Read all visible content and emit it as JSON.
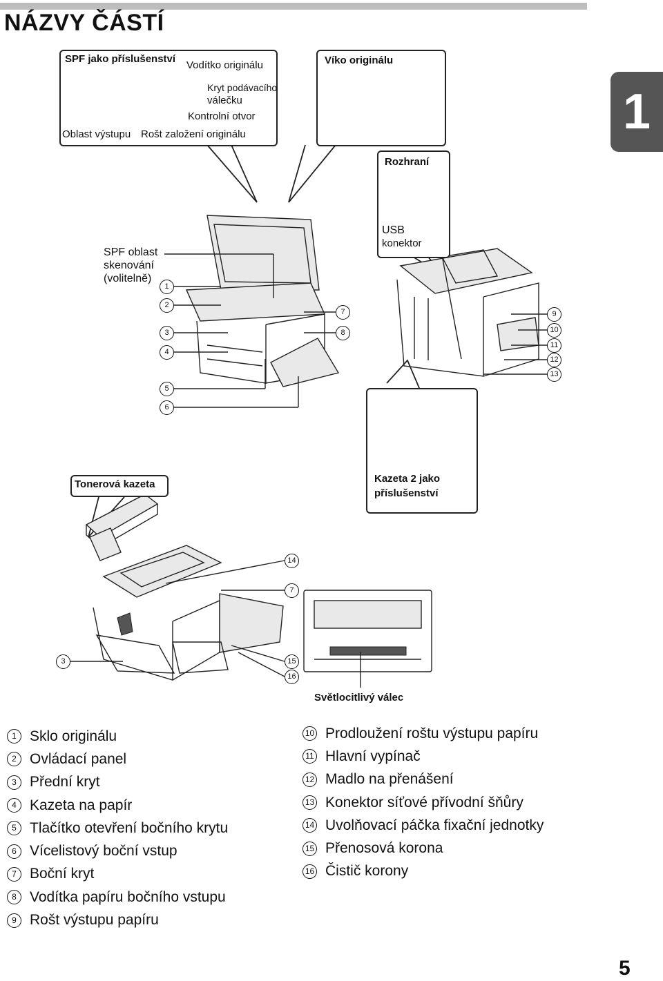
{
  "header": {
    "title": "NÁZVY ČÁSTÍ",
    "chapter": "1"
  },
  "callouts": {
    "spf": {
      "title": "SPF jako příslušenství",
      "guide": "Vodítko originálu",
      "roller_cover_1": "Kryt podávacího",
      "roller_cover_2": "válečku",
      "check_hole": "Kontrolní otvor",
      "exit_area": "Oblast výstupu",
      "tray": "Rošt založení originálu"
    },
    "cover": {
      "title": "Víko originálu"
    },
    "interface": {
      "title": "Rozhraní",
      "usb_1": "USB",
      "usb_2": "konektor"
    },
    "scan_area": {
      "line1": "SPF oblast",
      "line2": "skenování",
      "line3": "(volitelně)"
    },
    "toner": {
      "title": "Tonerová kazeta"
    },
    "tray2": {
      "line1": "Kazeta 2 jako",
      "line2": "příslušenství"
    },
    "drum": {
      "title": "Světlocitlivý válec"
    }
  },
  "markers": [
    "1",
    "2",
    "3",
    "4",
    "5",
    "6",
    "7",
    "8",
    "9",
    "10",
    "11",
    "12",
    "13",
    "14",
    "7",
    "3",
    "15",
    "16"
  ],
  "legend_left": [
    {
      "n": "1",
      "text": "Sklo originálu"
    },
    {
      "n": "2",
      "text": "Ovládací panel"
    },
    {
      "n": "3",
      "text": "Přední kryt"
    },
    {
      "n": "4",
      "text": "Kazeta na papír"
    },
    {
      "n": "5",
      "text": "Tlačítko otevření bočního krytu"
    },
    {
      "n": "6",
      "text": "Vícelistový boční vstup"
    },
    {
      "n": "7",
      "text": "Boční kryt"
    },
    {
      "n": "8",
      "text": "Vodítka papíru bočního vstupu"
    },
    {
      "n": "9",
      "text": "Rošt výstupu papíru"
    }
  ],
  "legend_right": [
    {
      "n": "10",
      "text": "Prodloužení roštu výstupu papíru"
    },
    {
      "n": "11",
      "text": "Hlavní vypínač"
    },
    {
      "n": "12",
      "text": "Madlo na přenášení"
    },
    {
      "n": "13",
      "text": "Konektor síťové přívodní šňůry"
    },
    {
      "n": "14",
      "text": "Uvolňovací páčka fixační jednotky"
    },
    {
      "n": "15",
      "text": "Přenosová korona"
    },
    {
      "n": "16",
      "text": "Čistič korony"
    }
  ],
  "footer": {
    "page": "5"
  }
}
